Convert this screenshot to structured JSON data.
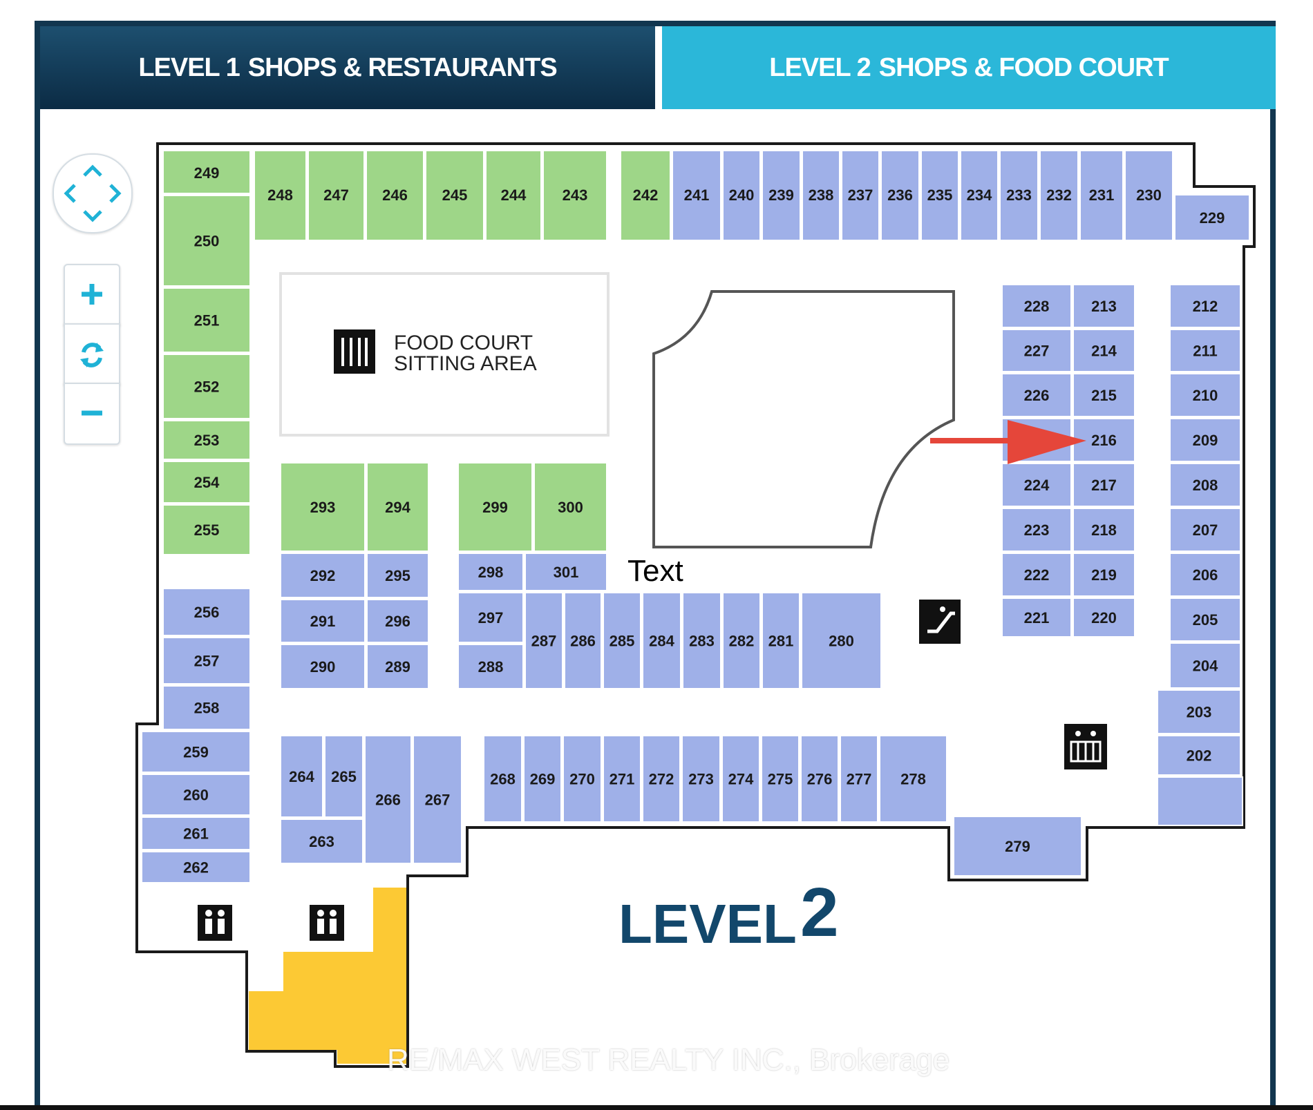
{
  "tabs": [
    {
      "level": "LEVEL 1",
      "label": "SHOPS & RESTAURANTS"
    },
    {
      "level": "LEVEL 2",
      "label": "SHOPS & FOOD COURT"
    }
  ],
  "map_title": {
    "word": "LEVEL",
    "number": "2"
  },
  "food_court": {
    "line1": "FOOD COURT",
    "line2": "SITTING AREA"
  },
  "overlay_text": "Text",
  "watermark": "RE/MAX WEST REALTY INC., Brokerage",
  "highlighted_unit": "216",
  "colors": {
    "tab1": "#0b2b44",
    "tab2": "#2bb7d9",
    "green_units": "#9ed688",
    "blue_units": "#9fb0e8",
    "yellow_area": "#fcc934",
    "arrow": "#e5463a",
    "title": "#12476b"
  },
  "icons": [
    "arrows-pan-icon",
    "zoom-in-icon",
    "refresh-icon",
    "zoom-out-icon",
    "restaurant-icon",
    "escalator-icon",
    "elevator-icon",
    "restroom-icon"
  ],
  "units": [
    "249",
    "248",
    "247",
    "246",
    "245",
    "244",
    "243",
    "242",
    "241",
    "240",
    "239",
    "238",
    "237",
    "236",
    "235",
    "234",
    "233",
    "232",
    "231",
    "230",
    "229",
    "250",
    "251",
    "252",
    "253",
    "254",
    "255",
    "256",
    "257",
    "258",
    "259",
    "260",
    "261",
    "262",
    "263",
    "264",
    "265",
    "266",
    "267",
    "268",
    "269",
    "270",
    "271",
    "272",
    "273",
    "274",
    "275",
    "276",
    "277",
    "278",
    "279",
    "280",
    "281",
    "282",
    "283",
    "284",
    "285",
    "286",
    "287",
    "288",
    "289",
    "290",
    "291",
    "292",
    "293",
    "294",
    "295",
    "296",
    "297",
    "298",
    "299",
    "300",
    "301",
    "202",
    "203",
    "204",
    "205",
    "206",
    "207",
    "208",
    "209",
    "210",
    "211",
    "212",
    "213",
    "214",
    "215",
    "216",
    "217",
    "218",
    "219",
    "220",
    "221",
    "222",
    "223",
    "224",
    "226",
    "227",
    "228"
  ]
}
